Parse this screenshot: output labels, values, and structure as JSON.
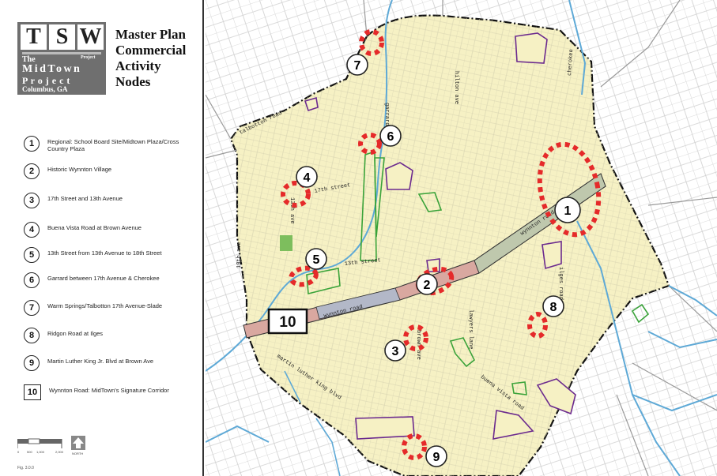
{
  "logo": {
    "letters": [
      "T",
      "S",
      "W"
    ],
    "the": "The",
    "extra": "Project",
    "midtown": "MidTown",
    "project": "P r o j e c t",
    "city": "Columbus,   GA"
  },
  "title": {
    "lines": [
      "Master Plan",
      "Commercial",
      "Activity",
      "Nodes"
    ]
  },
  "legend": {
    "items": [
      {
        "num": "1",
        "text": "Regional: School Board Site/Midtown Plaza/Cross Country Plaza"
      },
      {
        "num": "2",
        "text": "Historic Wynnton Village"
      },
      {
        "num": "3",
        "text": "17th Street and 13th Avenue"
      },
      {
        "num": "4",
        "text": "Buena Vista Road at Brown Avenue"
      },
      {
        "num": "5",
        "text": "13th Street from 13th Avenue to 18th Street"
      },
      {
        "num": "6",
        "text": "Garrard between 17th Avenue & Cherokee"
      },
      {
        "num": "7",
        "text": "Warm Springs/Talbotton 17th Avenue-Slade"
      },
      {
        "num": "8",
        "text": "Ridgon Road at Ilges"
      },
      {
        "num": "9",
        "text": "Martin Luther King Jr. Blvd at Brown Ave"
      },
      {
        "num": "10",
        "text": "Wynnton Road: MidTown's Signature Corridor"
      }
    ]
  },
  "scale": {
    "ticks": [
      "0",
      "500",
      "1,000",
      "2,000"
    ],
    "north": "NORTH",
    "caption": "Fig. 3.0.0"
  },
  "map": {
    "markers": [
      "1",
      "2",
      "3",
      "4",
      "5",
      "6",
      "7",
      "8",
      "9"
    ],
    "corridor_label": "10",
    "roads": {
      "talbotton": "talbotton road",
      "tenth_ave": "10th ave",
      "wynnton": "wynnton road",
      "wynnton_east": "wynnton road",
      "mlk": "martin luther king blvd",
      "buena_vista": "buena vista road",
      "seventeenth_st": "17th street",
      "thirteenth_st": "13th street",
      "thirteenth_ave": "13th ave",
      "hilton_ave": "hilton ave",
      "garrard": "garrard",
      "brown_ave": "brown ave",
      "lawyers_lane": "lawyers lane",
      "ilges": "ilges road",
      "cherokee": "cherokee"
    },
    "colors": {
      "study_area": "#f6f1c4",
      "corridor": "#d9a8a0",
      "corridor_east": "#bfc8ad",
      "node": "#e52a2a",
      "creek": "#5ea9d6",
      "park": "#3aa33a",
      "institution": "#6b2a8e",
      "street": "#c7c7c7"
    }
  }
}
